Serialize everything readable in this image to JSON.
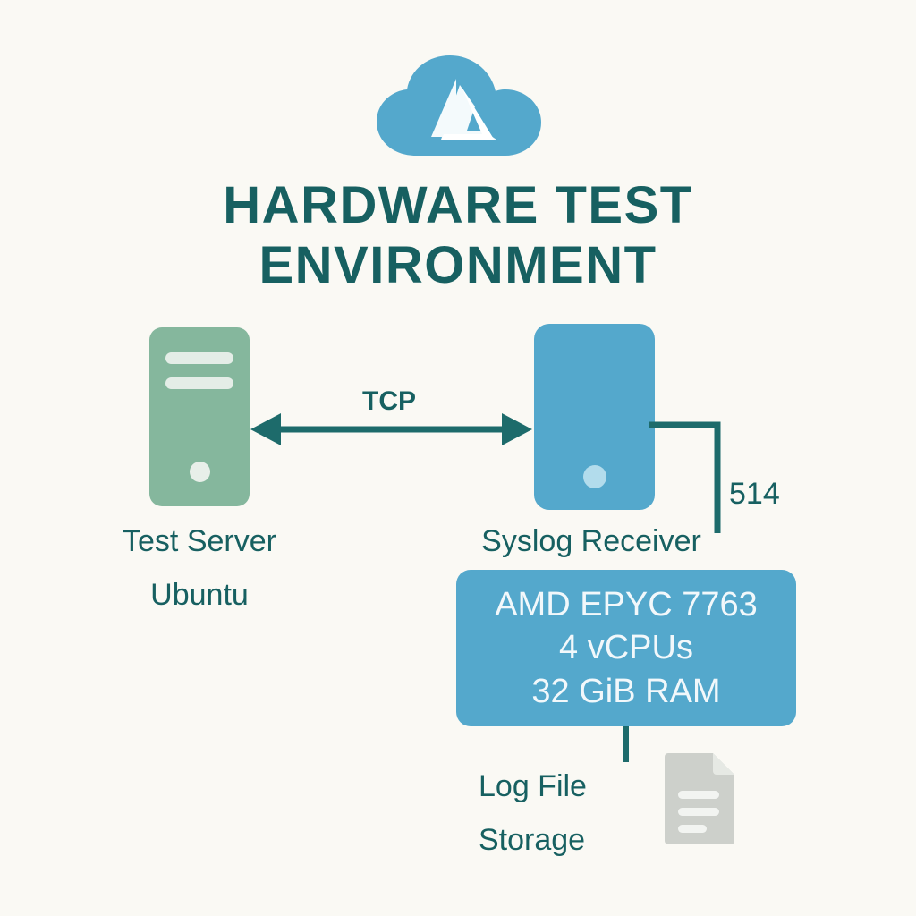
{
  "page": {
    "background_color": "#faf9f4",
    "accent_teal": "#176061",
    "accent_blue": "#54a8cc",
    "accent_green": "#85b79d",
    "doc_gray": "#cdd0cb"
  },
  "logo": {
    "name": "azure-cloud-logo",
    "alt": "Microsoft Azure cloud logo"
  },
  "title": {
    "line1": "HARDWARE TEST",
    "line2": "ENVIRONMENT"
  },
  "nodes": {
    "test_server": {
      "icon_name": "server-tower-icon",
      "label": "Test Server",
      "sublabel": "Ubuntu"
    },
    "syslog_receiver": {
      "icon_name": "server-box-icon",
      "label": "Syslog Receiver",
      "sublabel": ""
    },
    "log_storage": {
      "icon_name": "document-file-icon",
      "label_line1": "Log File",
      "label_line2": "Storage"
    }
  },
  "connections": {
    "tcp": {
      "label": "TCP",
      "arrow": "bidirectional"
    },
    "port": {
      "label": "514"
    }
  },
  "spec_box": {
    "lines": [
      "AMD EPYC 7763",
      "4 vCPUs",
      "32 GiB RAM"
    ]
  }
}
